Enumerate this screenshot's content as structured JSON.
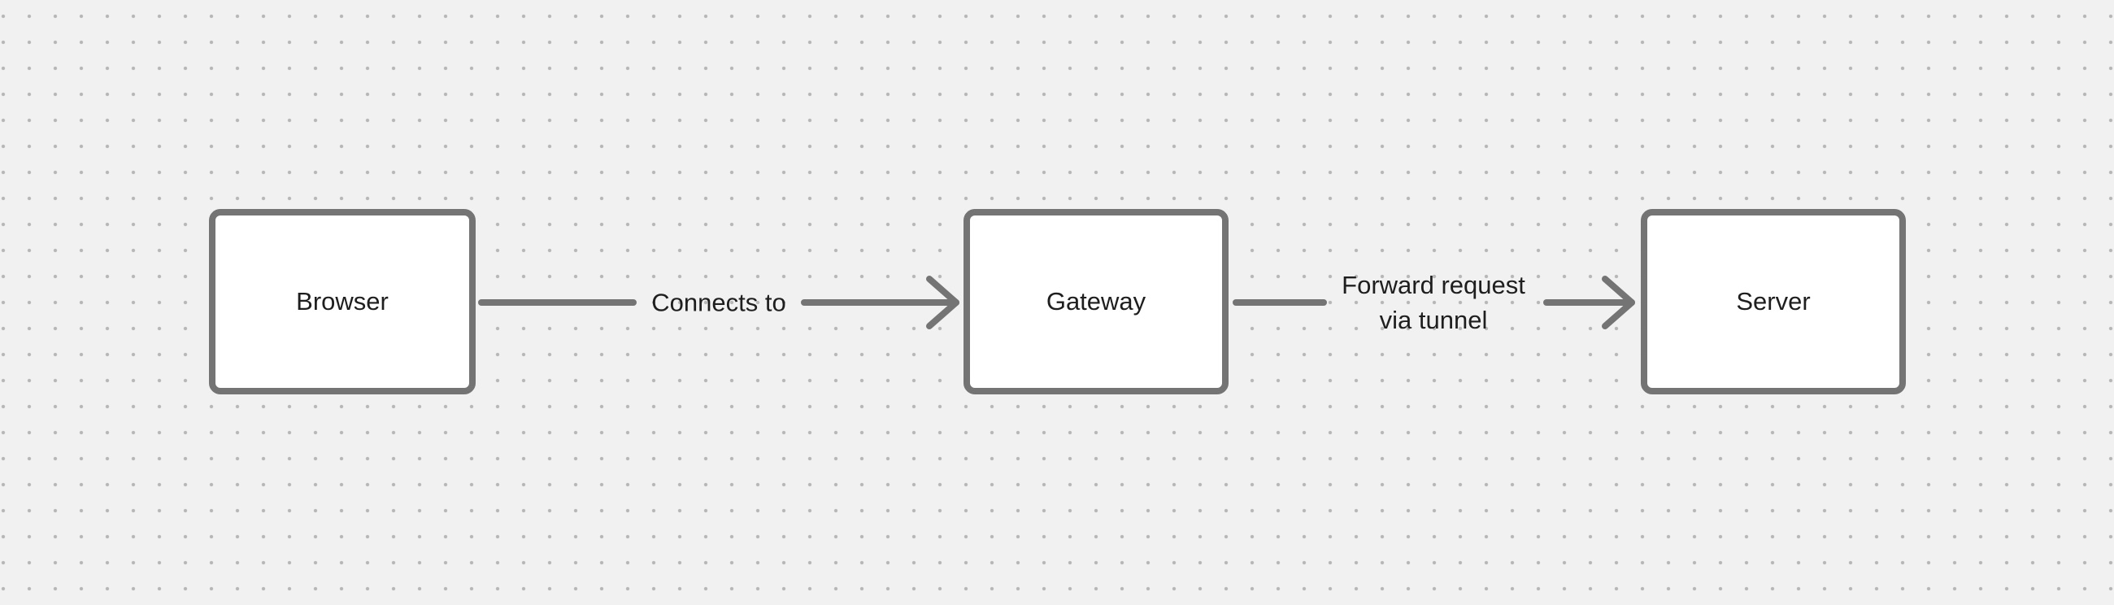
{
  "canvas": {
    "type": "flow-diagram"
  },
  "colors": {
    "background": "#f1f1f1",
    "dot": "#b8b8b8",
    "stroke": "#747474",
    "node_fill": "#ffffff",
    "text": "#1e1e1e"
  },
  "nodes": [
    {
      "id": "browser",
      "label": "Browser"
    },
    {
      "id": "gateway",
      "label": "Gateway"
    },
    {
      "id": "server",
      "label": "Server"
    }
  ],
  "edges": [
    {
      "from": "Browser",
      "to": "Gateway",
      "label": "Connects to"
    },
    {
      "from": "Gateway",
      "to": "Server",
      "label_line_1": "Forward request",
      "label_line_2": "via tunnel"
    }
  ]
}
